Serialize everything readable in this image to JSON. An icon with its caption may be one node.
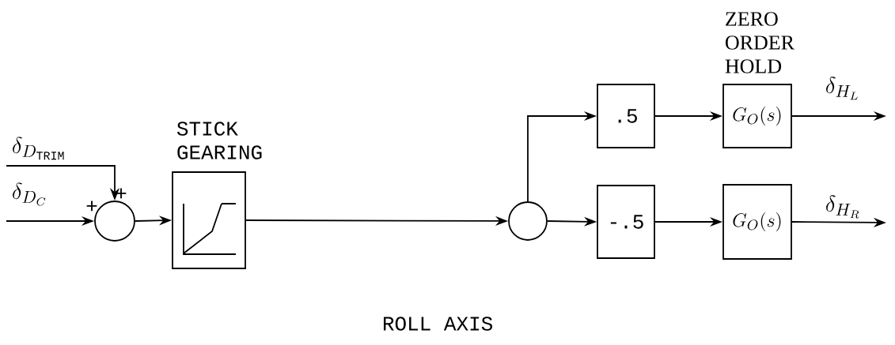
{
  "diagram": {
    "caption": "ROLL AXIS",
    "nodes": [
      {
        "text": [],
        "shape": "circle",
        "beside": [
          "+",
          "+"
        ]
      },
      {
        "text": [
          "STICK GEARING"
        ]
      },
      {
        "text": [],
        "shape": "circle"
      },
      {
        "text": [
          ".5"
        ]
      },
      {
        "text": [
          "-.5"
        ]
      },
      {
        "text": [
          "ZERO ORDER HOLD",
          "G_O(s)"
        ]
      },
      {
        "text": [
          "G_O(s)"
        ]
      }
    ],
    "edges": [
      {
        "from": null,
        "to": 0,
        "arrow": "to",
        "label": "\\delta_{D_{\\mathrm{TRIM}}}"
      },
      {
        "from": null,
        "to": 0,
        "arrow": "to",
        "label": "\\delta_{D_C}"
      },
      {
        "from": 0,
        "to": 1,
        "arrow": "to"
      },
      {
        "from": 1,
        "to": 2,
        "arrow": "to"
      },
      {
        "from": 2,
        "to": 3,
        "arrow": "to"
      },
      {
        "from": 2,
        "to": 4,
        "arrow": "to"
      },
      {
        "from": 3,
        "to": 5,
        "arrow": "to"
      },
      {
        "from": 4,
        "to": 6,
        "arrow": "to"
      },
      {
        "from": 5,
        "to": null,
        "arrow": "to",
        "label": "\\delta_{H_L}"
      },
      {
        "from": 6,
        "to": null,
        "arrow": "to",
        "label": "\\delta_{H_R}"
      }
    ]
  }
}
